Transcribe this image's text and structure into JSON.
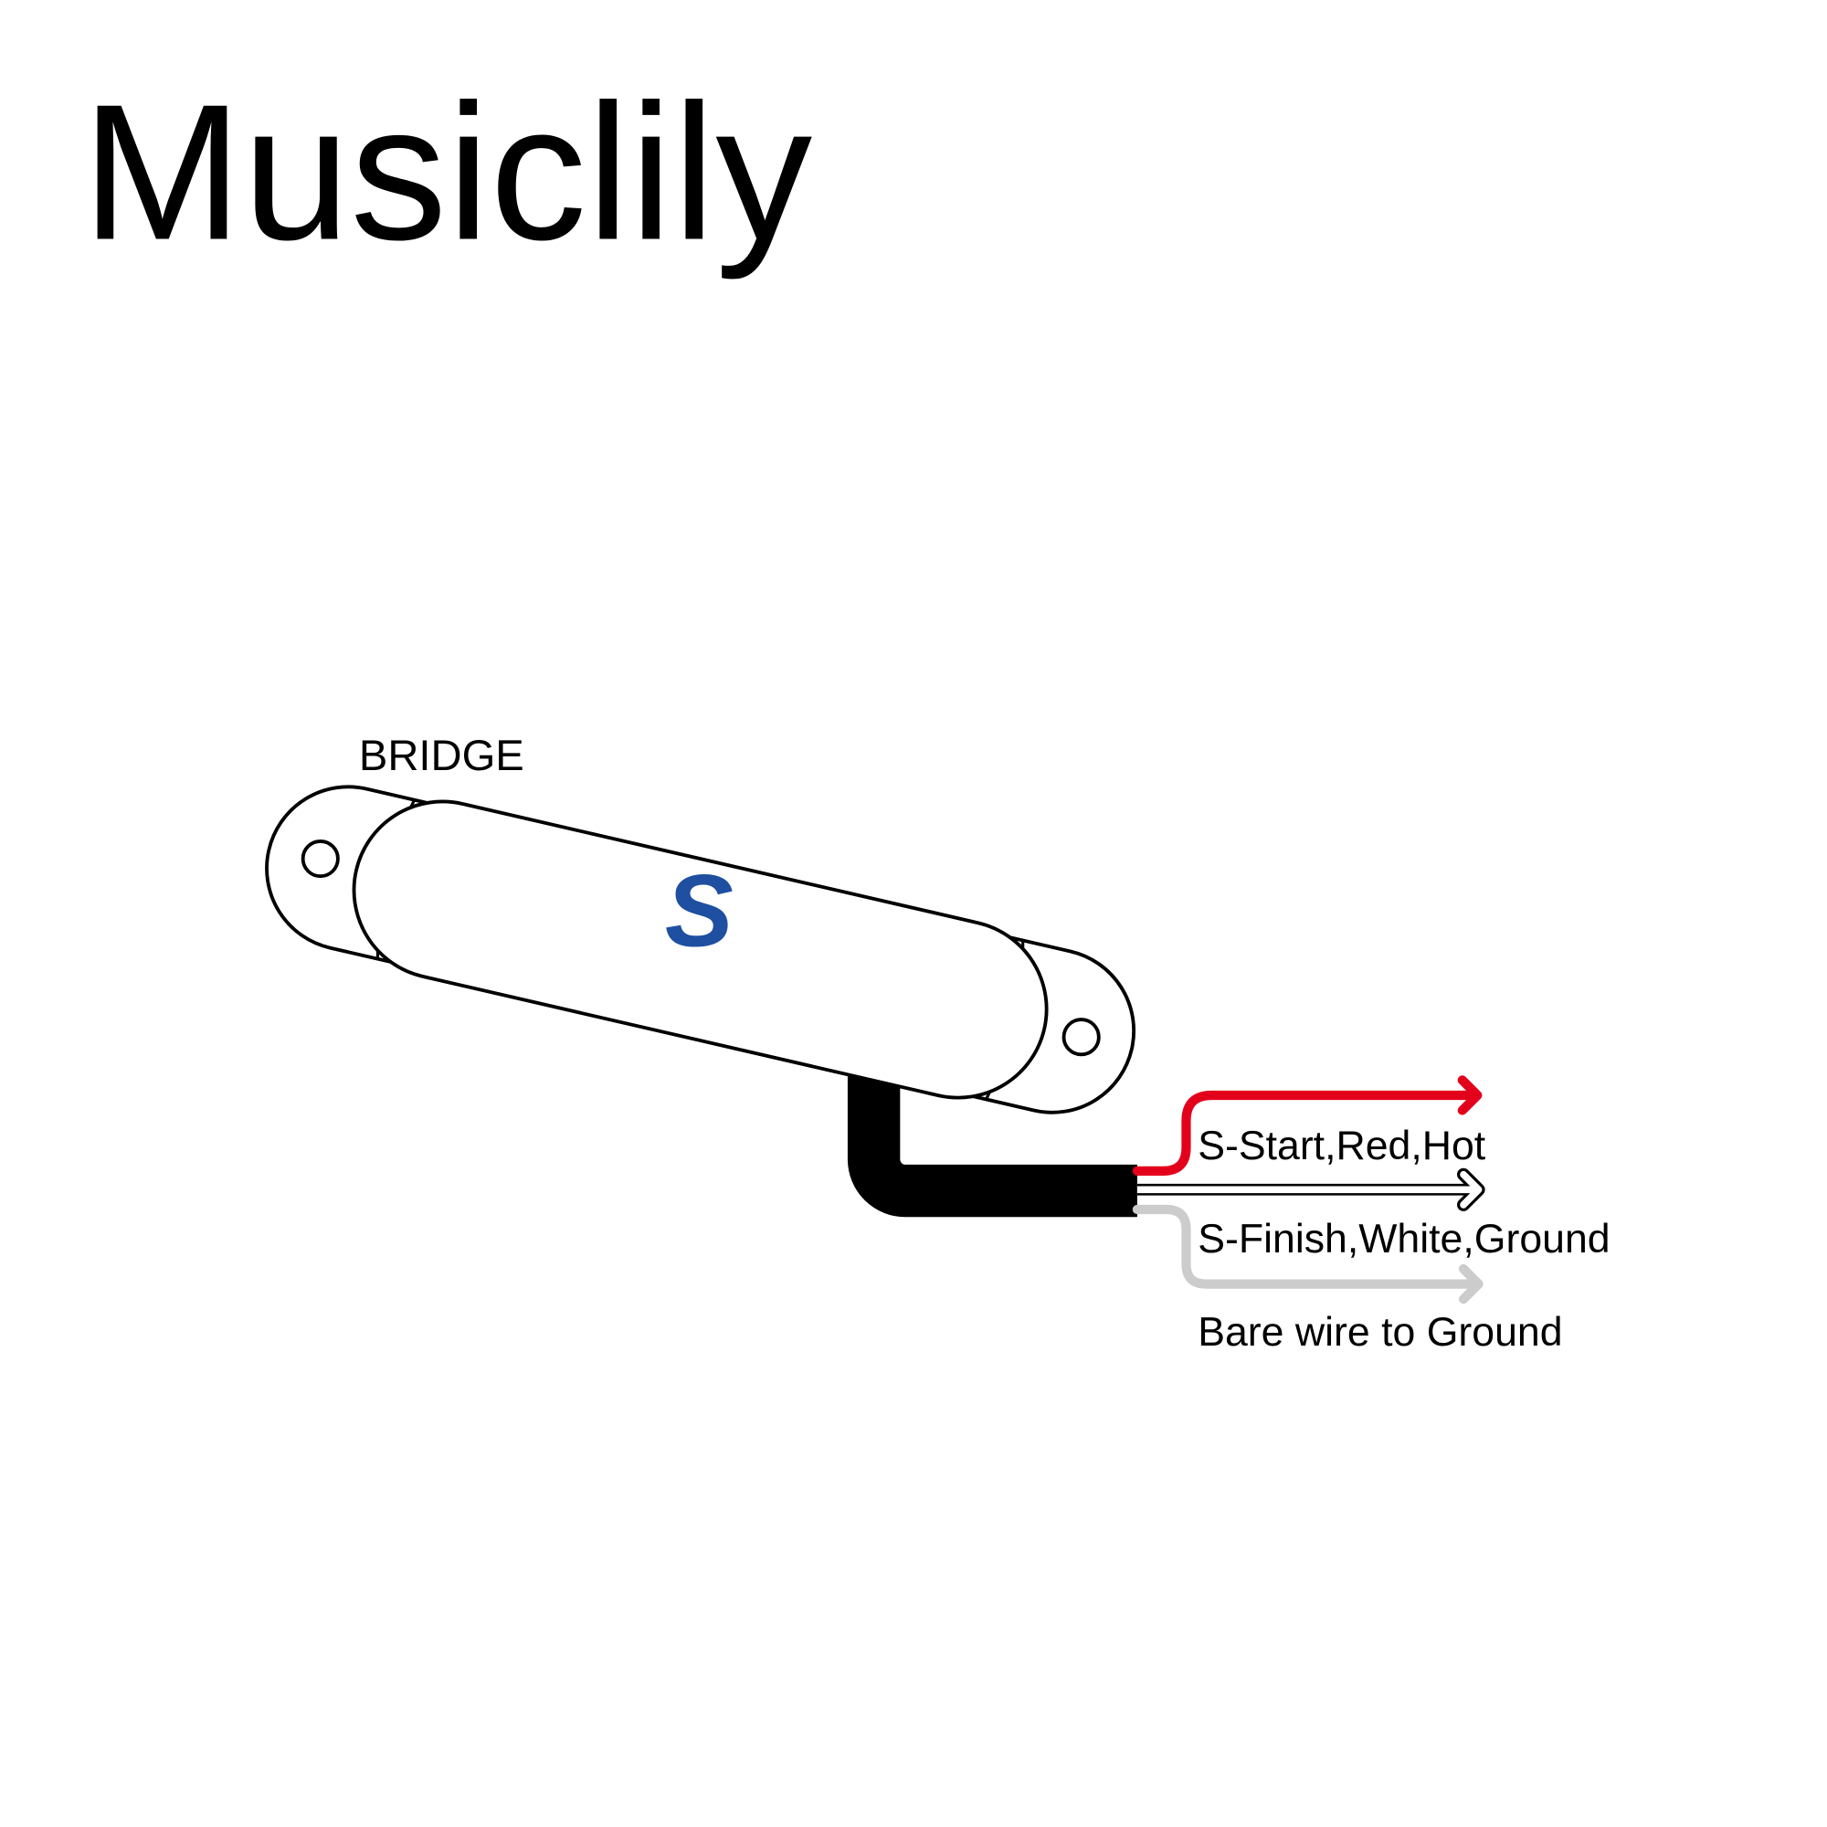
{
  "brand": {
    "name": "Musiclily"
  },
  "pickup": {
    "position_label": "BRIDGE",
    "cover_letter": "S",
    "cover_letter_color": "#1e4fa0"
  },
  "wires": [
    {
      "label": "S-Start,Red,Hot",
      "color": "#e3001b"
    },
    {
      "label": "S-Finish,White,Ground",
      "color": "#ffffff"
    },
    {
      "label": "Bare wire to Ground",
      "color": "#cccccc"
    }
  ],
  "cable_color": "#000000"
}
